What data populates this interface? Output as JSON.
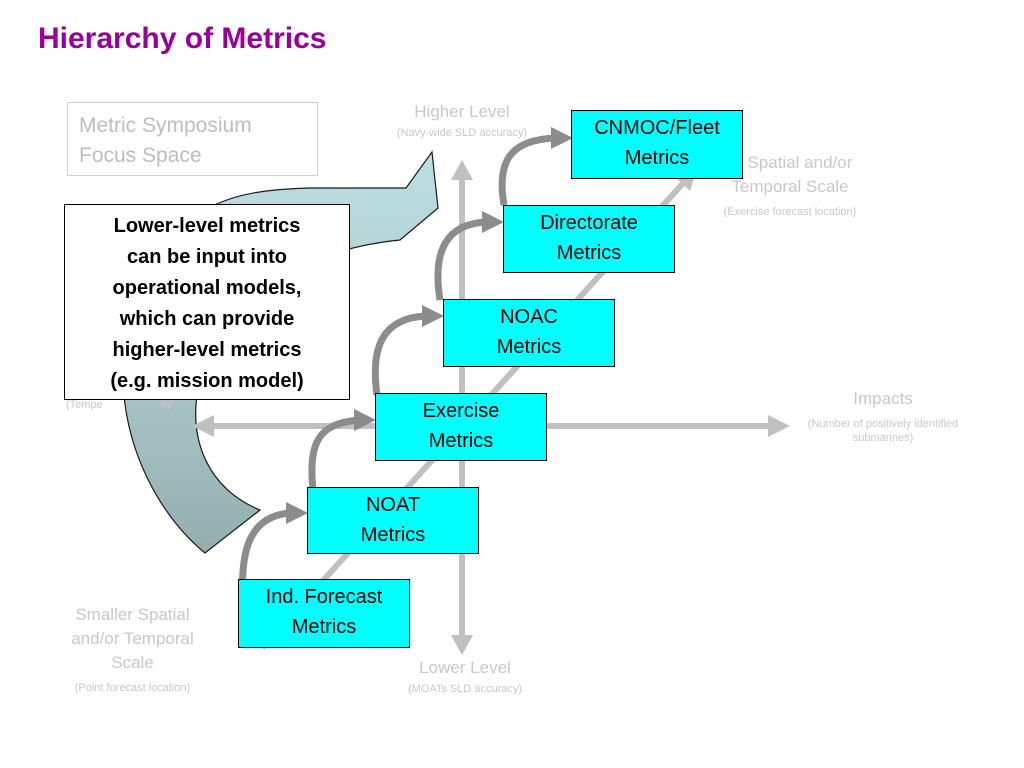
{
  "title": "Hierarchy of Metrics",
  "focus_space": {
    "line1": "Metric Symposium",
    "line2": "Focus Space"
  },
  "note": {
    "line1": "Lower-level metrics",
    "line2": "can be input into",
    "line3": "operational models,",
    "line4": "which can provide",
    "line5": "higher-level metrics",
    "line6": "(e.g. mission model)"
  },
  "axes": {
    "higher": {
      "label": "Higher Level",
      "sub": "(Navy-wide  SLD accuracy)"
    },
    "lower": {
      "label": "Lower Level",
      "sub": "(MOATs SLD accuracy)"
    },
    "larger": {
      "line1": "er Spatial and/or",
      "line2": "Temporal Scale",
      "sub": "(Exercise forecast location)"
    },
    "smaller": {
      "line1": "Smaller Spatial",
      "line2": "and/or Temporal",
      "line3": "Scale",
      "sub": "(Point forecast location)"
    },
    "impacts": {
      "label": "Impacts",
      "sub1": "(Number of positively identified",
      "sub2": "submarines)"
    },
    "temporal_fragment": "(Tempe                   ity"
  },
  "metrics": [
    {
      "line1": "Ind. Forecast",
      "line2": "Metrics"
    },
    {
      "line1": "NOAT",
      "line2": "Metrics"
    },
    {
      "line1": "Exercise",
      "line2": "Metrics"
    },
    {
      "line1": "NOAC",
      "line2": "Metrics"
    },
    {
      "line1": "Directorate",
      "line2": "Metrics"
    },
    {
      "line1": "CNMOC/Fleet",
      "line2": "Metrics"
    }
  ],
  "colors": {
    "title": "#990099",
    "metric_box_fill": "#00ffff",
    "axis_arrow": "#c0c0c0",
    "step_arrow": "#8c8c8c",
    "curve_arrow_top": "#bcdfe4",
    "curve_arrow_bottom": "#93aeae",
    "axis_text": "#c8c8c8"
  }
}
